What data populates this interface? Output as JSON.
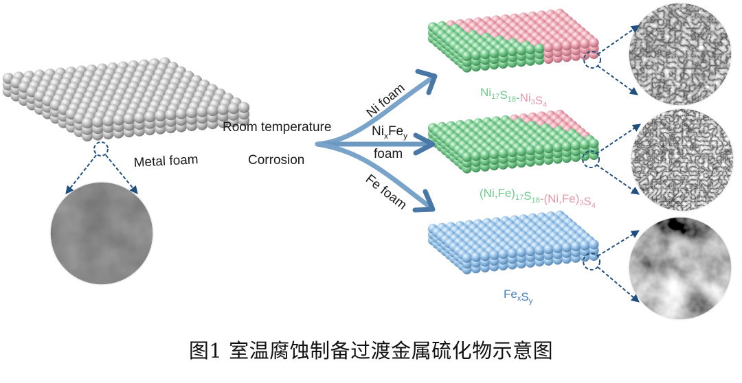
{
  "caption": "图1 室温腐蚀制备过渡金属硫化物示意图",
  "colors": {
    "gray_sphere": "#c4c4c4",
    "green_sphere": "#7fcf95",
    "pink_sphere": "#eea7b4",
    "blue_sphere": "#9ec8ec",
    "arrow_light": "#b7d3ea",
    "arrow_dark": "#4a78a6",
    "dashed_line": "#1f4f7f",
    "green_text": "#6ccb8b",
    "pink_text": "#e59aaa",
    "blue_text": "#3f7fbf"
  },
  "source": {
    "label": "Metal foam",
    "sphere_color": "gray"
  },
  "process": {
    "top_label": "Room temperature",
    "bottom_label": "Corrosion"
  },
  "branches": [
    {
      "id": "ni",
      "label": "Ni foam",
      "product_parts": [
        {
          "text": "Ni",
          "sub": "17",
          "color": "green"
        },
        {
          "text": "S",
          "sub": "18",
          "color": "green"
        },
        {
          "text": "-",
          "sub": "",
          "color": "green"
        },
        {
          "text": "Ni",
          "sub": "3",
          "color": "pink"
        },
        {
          "text": "S",
          "sub": "4",
          "color": "pink"
        }
      ],
      "green_fraction": 0.4,
      "sem_texture": "nanosheet"
    },
    {
      "id": "nife",
      "label_main": "Ni",
      "label_sub1": "x",
      "label_main2": "Fe",
      "label_sub2": "y",
      "label_line2": "foam",
      "product_parts": [
        {
          "text": "(Ni,Fe)",
          "sub": "17",
          "color": "green"
        },
        {
          "text": "S",
          "sub": "18",
          "color": "green"
        },
        {
          "text": "-",
          "sub": "",
          "color": "pink"
        },
        {
          "text": "(Ni,Fe)",
          "sub": "3",
          "color": "pink"
        },
        {
          "text": "S",
          "sub": "4",
          "color": "pink"
        }
      ],
      "green_fraction": 0.72,
      "sem_texture": "nanosheet-dense"
    },
    {
      "id": "fe",
      "label": "Fe foam",
      "product_parts": [
        {
          "text": "Fe",
          "sub": "x",
          "color": "blue"
        },
        {
          "text": "S",
          "sub": "y",
          "color": "blue"
        }
      ],
      "green_fraction": 0,
      "sem_texture": "smooth"
    }
  ]
}
